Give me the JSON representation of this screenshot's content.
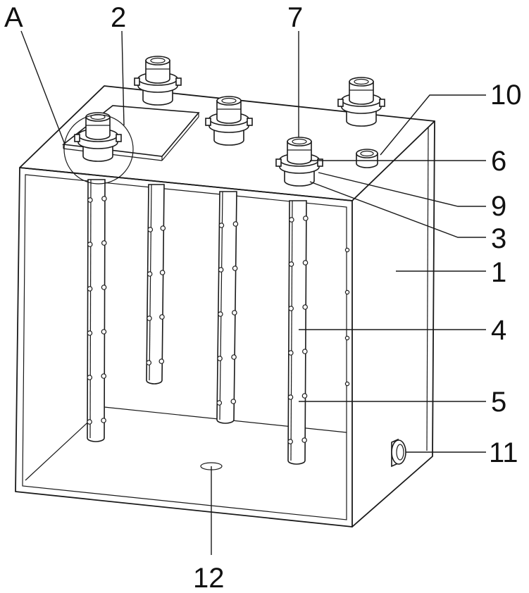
{
  "labels": {
    "detail_a": "A",
    "part_1": "1",
    "part_2": "2",
    "part_3": "3",
    "part_4": "4",
    "part_5": "5",
    "part_6": "6",
    "part_7": "7",
    "part_9": "9",
    "part_10": "10",
    "part_11": "11",
    "part_12": "12"
  },
  "colors": {
    "line": "#1a1a1a",
    "background": "#ffffff"
  }
}
